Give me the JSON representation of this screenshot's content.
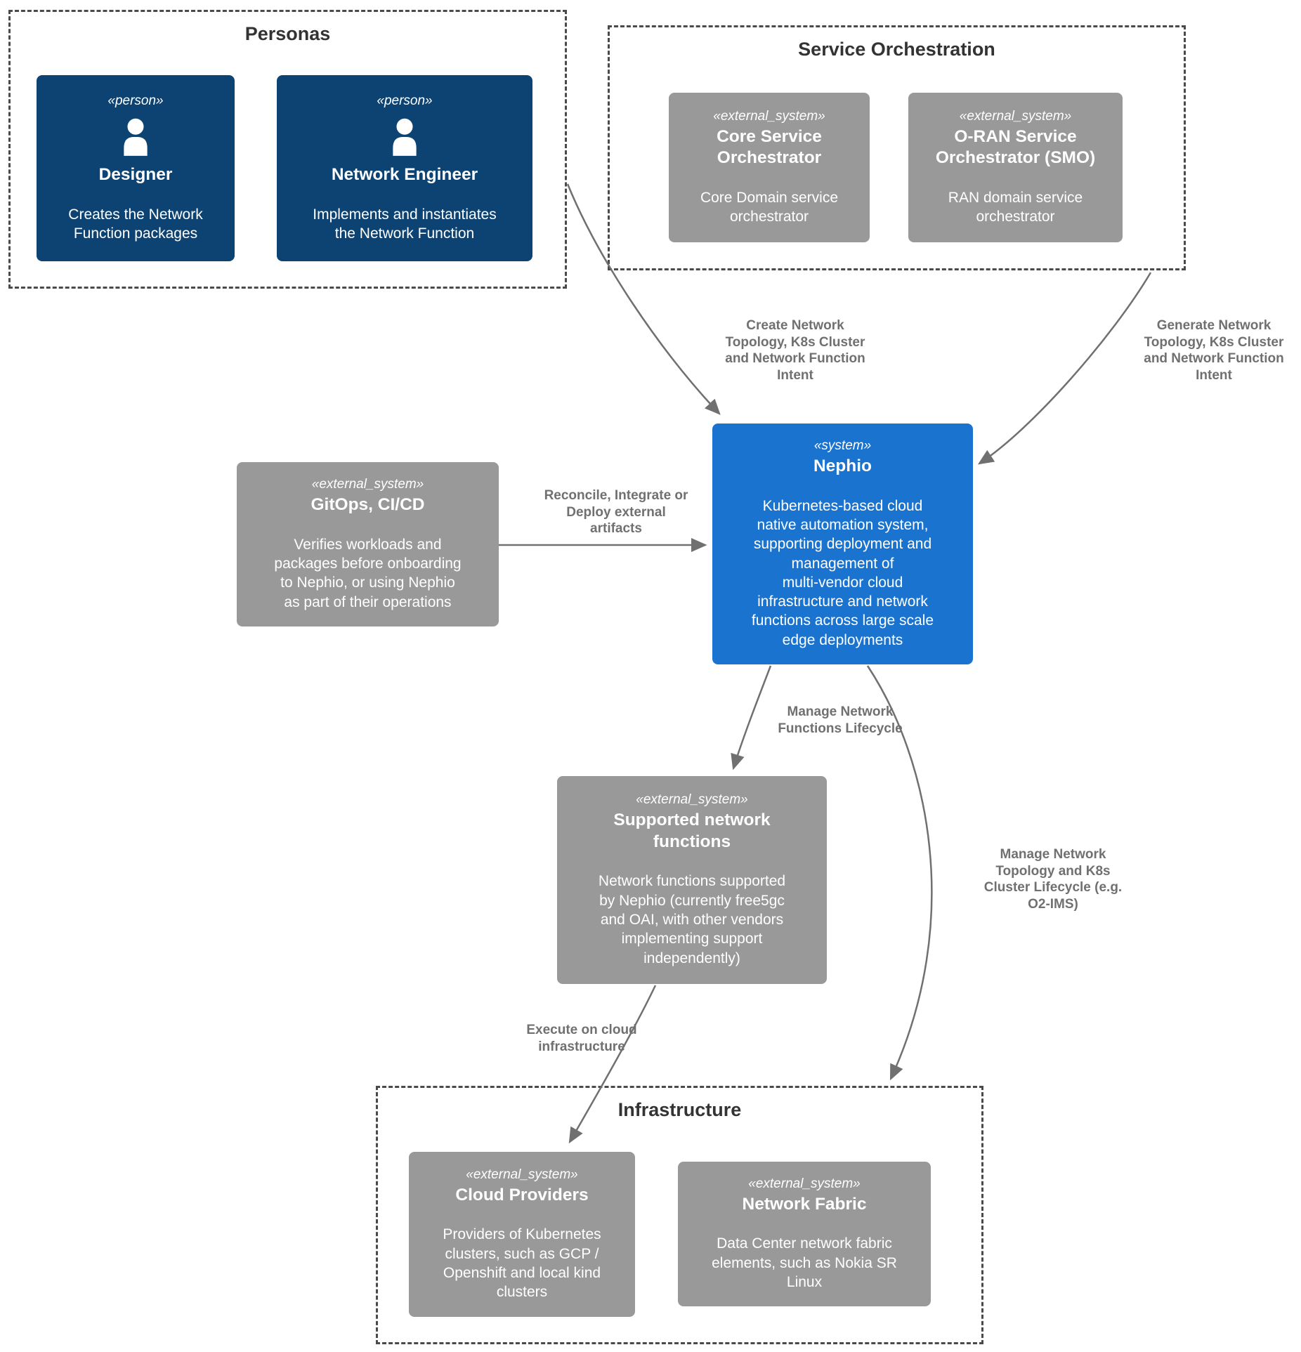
{
  "colors": {
    "person": "#0d4373",
    "system": "#1a73cf",
    "external": "#999999",
    "arrow": "#707070",
    "arrow_label": "#707070",
    "group_border": "#4a4a4a",
    "group_title": "#333333"
  },
  "groups": {
    "personas": {
      "title": "Personas"
    },
    "service_orchestration": {
      "title": "Service Orchestration"
    },
    "infrastructure": {
      "title": "Infrastructure"
    }
  },
  "nodes": {
    "designer": {
      "stereotype": "«person»",
      "name": "Designer",
      "description": "Creates the Network\nFunction packages"
    },
    "network_engineer": {
      "stereotype": "«person»",
      "name": "Network Engineer",
      "description": "Implements and instantiates\nthe Network Function"
    },
    "core_service_orchestrator": {
      "stereotype": "«external_system»",
      "name": "Core Service\nOrchestrator",
      "description": "Core Domain service\norchestrator"
    },
    "oran_service_orchestrator": {
      "stereotype": "«external_system»",
      "name": "O-RAN Service\nOrchestrator (SMO)",
      "description": "RAN domain service\norchestrator"
    },
    "nephio": {
      "stereotype": "«system»",
      "name": "Nephio",
      "description": "Kubernetes-based cloud\nnative automation system,\nsupporting deployment and\nmanagement of\nmulti-vendor cloud\ninfrastructure and network\nfunctions across large scale\nedge deployments"
    },
    "gitops": {
      "stereotype": "«external_system»",
      "name": "GitOps, CI/CD",
      "description": "Verifies workloads and\npackages before onboarding\nto Nephio, or using Nephio\nas part of their operations"
    },
    "supported_network_functions": {
      "stereotype": "«external_system»",
      "name": "Supported network\nfunctions",
      "description": "Network functions supported\nby Nephio (currently free5gc\nand OAI, with other vendors\nimplementing support\nindependently)"
    },
    "cloud_providers": {
      "stereotype": "«external_system»",
      "name": "Cloud Providers",
      "description": "Providers of Kubernetes\nclusters, such as GCP /\nOpenshift and local kind\nclusters"
    },
    "network_fabric": {
      "stereotype": "«external_system»",
      "name": "Network Fabric",
      "description": "Data Center network fabric\nelements, such as Nokia SR\nLinux"
    }
  },
  "edges": {
    "create_intent": {
      "label": "Create Network\nTopology, K8s Cluster\nand Network Function\nIntent"
    },
    "generate_intent": {
      "label": "Generate Network\nTopology, K8s Cluster\nand Network Function\nIntent"
    },
    "reconcile": {
      "label": "Reconcile, Integrate or\nDeploy external\nartifacts"
    },
    "manage_nf": {
      "label": "Manage Network\nFunctions Lifecycle"
    },
    "manage_topology": {
      "label": "Manage Network\nTopology and K8s\nCluster Lifecycle (e.g.\nO2-IMS)"
    },
    "execute": {
      "label": "Execute on cloud\ninfrastructure"
    }
  }
}
